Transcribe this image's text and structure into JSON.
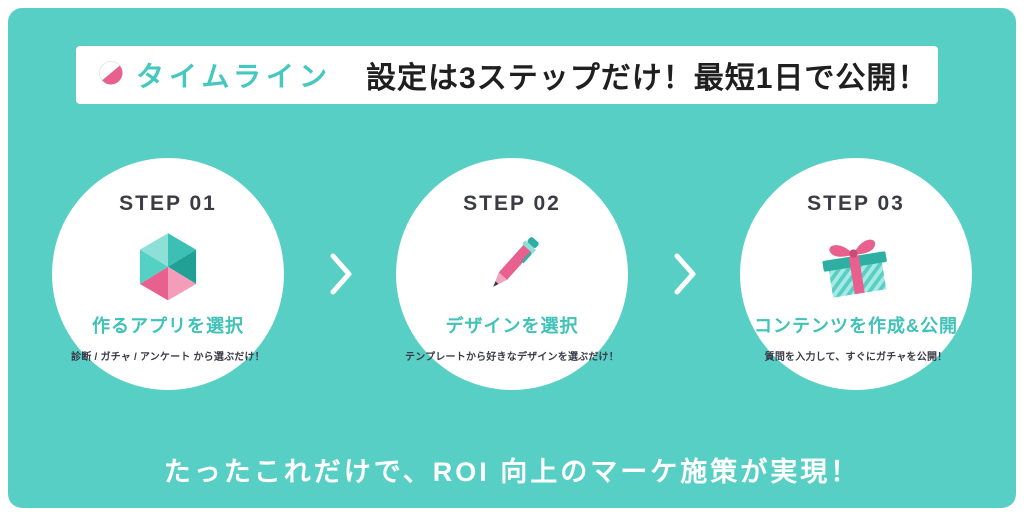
{
  "section": {
    "badge_label": "タイムライン",
    "title": "設定は3ステップだけ！最短1日で公開！",
    "footer": "たったこれだけで、ROI 向上のマーケ施策が実現！",
    "steps": [
      {
        "label": "STEP 01",
        "icon": "polygon-gem-icon",
        "title": "作るアプリを選択",
        "description": "診断 / ガチャ / アンケート から選ぶだけ！"
      },
      {
        "label": "STEP 02",
        "icon": "pen-icon",
        "title": "デザインを選択",
        "description": "テンプレートから好きなデザインを選ぶだけ！"
      },
      {
        "label": "STEP 03",
        "icon": "gift-icon",
        "title": "コンテンツを作成&公開",
        "description": "質問を入力して、すぐにガチャを公開！"
      }
    ],
    "colors": {
      "background_teal": "#58CFC5",
      "accent_pink": "#E8608E",
      "step_title_teal": "#3FC2B7",
      "dark_text": "#3B3B46",
      "white": "#FFFFFF"
    }
  }
}
